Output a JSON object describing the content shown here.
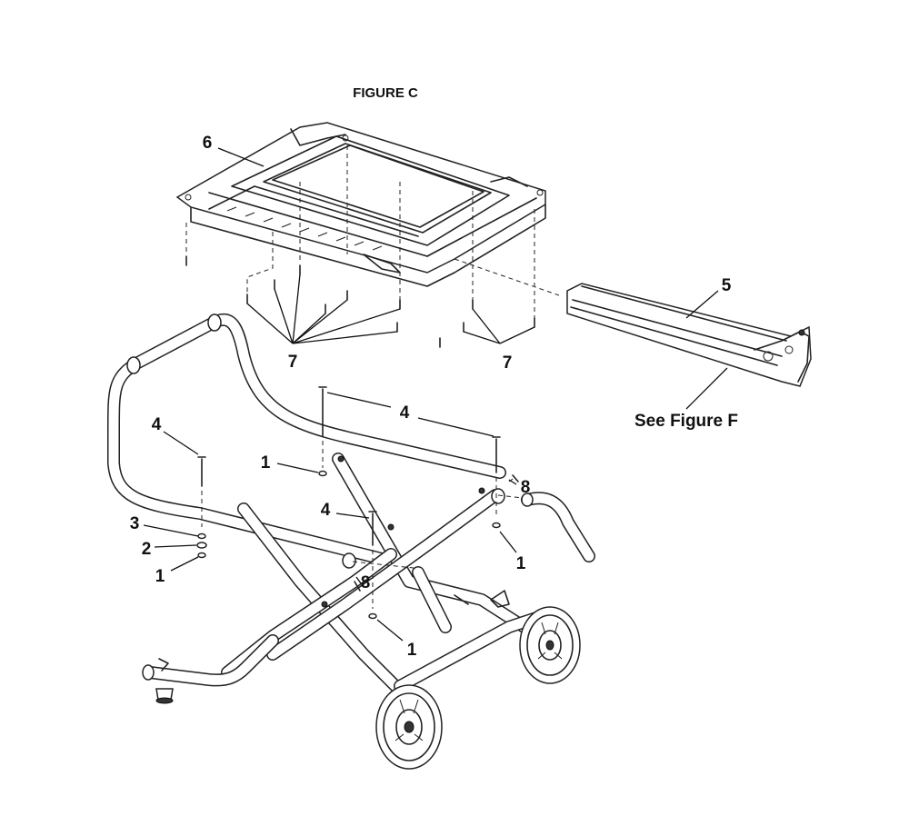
{
  "figure": {
    "title": "FIGURE C",
    "reference_note": "See Figure F"
  },
  "callouts": [
    {
      "id": "c6",
      "text": "6"
    },
    {
      "id": "c5",
      "text": "5"
    },
    {
      "id": "c7a",
      "text": "7"
    },
    {
      "id": "c7b",
      "text": "7"
    },
    {
      "id": "c4a",
      "text": "4"
    },
    {
      "id": "c4b",
      "text": "4"
    },
    {
      "id": "c4c",
      "text": "4"
    },
    {
      "id": "c1a",
      "text": "1"
    },
    {
      "id": "c1b",
      "text": "1"
    },
    {
      "id": "c1c",
      "text": "1"
    },
    {
      "id": "c1d",
      "text": "1"
    },
    {
      "id": "c2",
      "text": "2"
    },
    {
      "id": "c3",
      "text": "3"
    },
    {
      "id": "c8a",
      "text": "8"
    },
    {
      "id": "c8b",
      "text": "8"
    }
  ]
}
